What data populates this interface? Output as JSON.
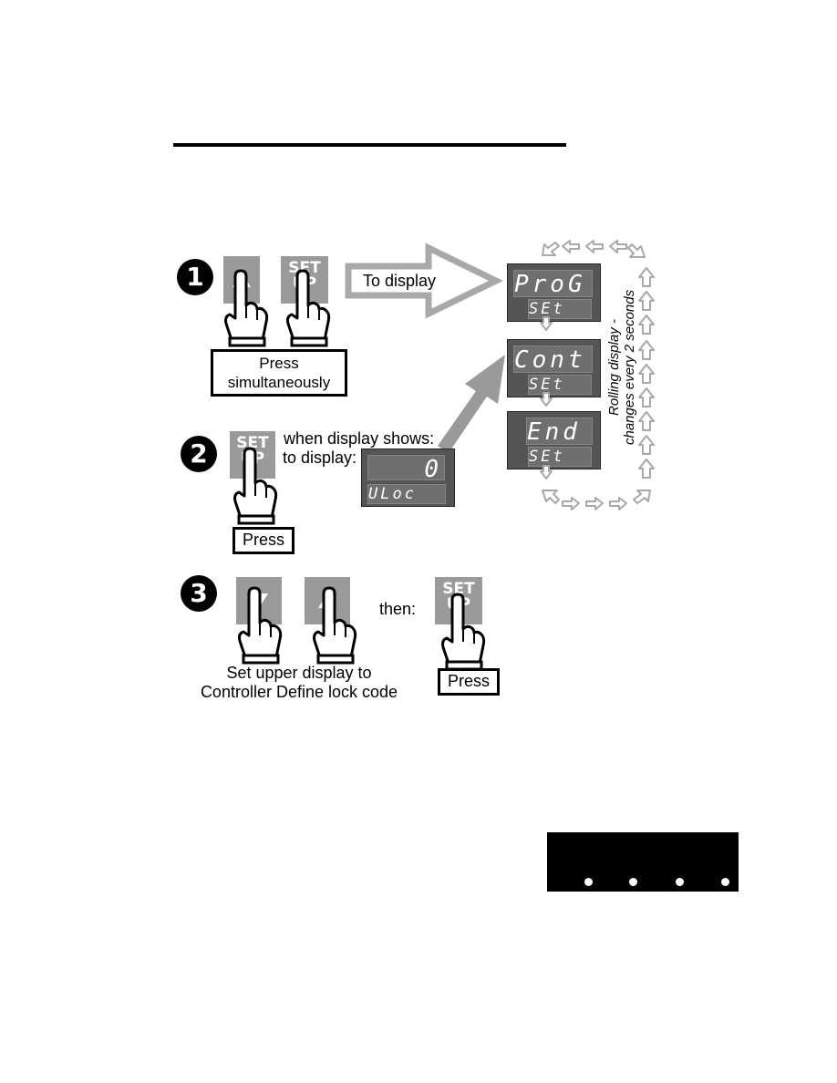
{
  "step1": {
    "number": "1",
    "keys": [
      {
        "icon": "up-arrow-key"
      },
      {
        "label": "SET UP"
      }
    ],
    "arrow_text": "To display",
    "instruction": "Press simultaneously"
  },
  "step2": {
    "number": "2",
    "key_label": "SET UP",
    "when_text": "when display shows:",
    "to_text": "to display:",
    "display_upper": "0",
    "display_lower": "ULoc",
    "instruction": "Press"
  },
  "step3": {
    "number": "3",
    "keys": [
      {
        "icon": "down-arrow-key"
      },
      {
        "icon": "up-arrow-key"
      }
    ],
    "then_text": "then:",
    "key_label": "SET UP",
    "instruction_line1": "Set upper display to",
    "instruction_line2": "Controller Define lock code",
    "press": "Press"
  },
  "rolling": {
    "displays": [
      {
        "upper": "ProG",
        "lower": "SEt"
      },
      {
        "upper": "Cont",
        "lower": "SEt"
      },
      {
        "upper": "End",
        "lower": "SEt"
      }
    ],
    "caption_line1": "Rolling display -",
    "caption_line2": "changes every 2 seconds"
  },
  "colors": {
    "key_grey": "#9a9a9a",
    "display_bg": "#555555",
    "arrow_outline": "#a8a8a8"
  }
}
